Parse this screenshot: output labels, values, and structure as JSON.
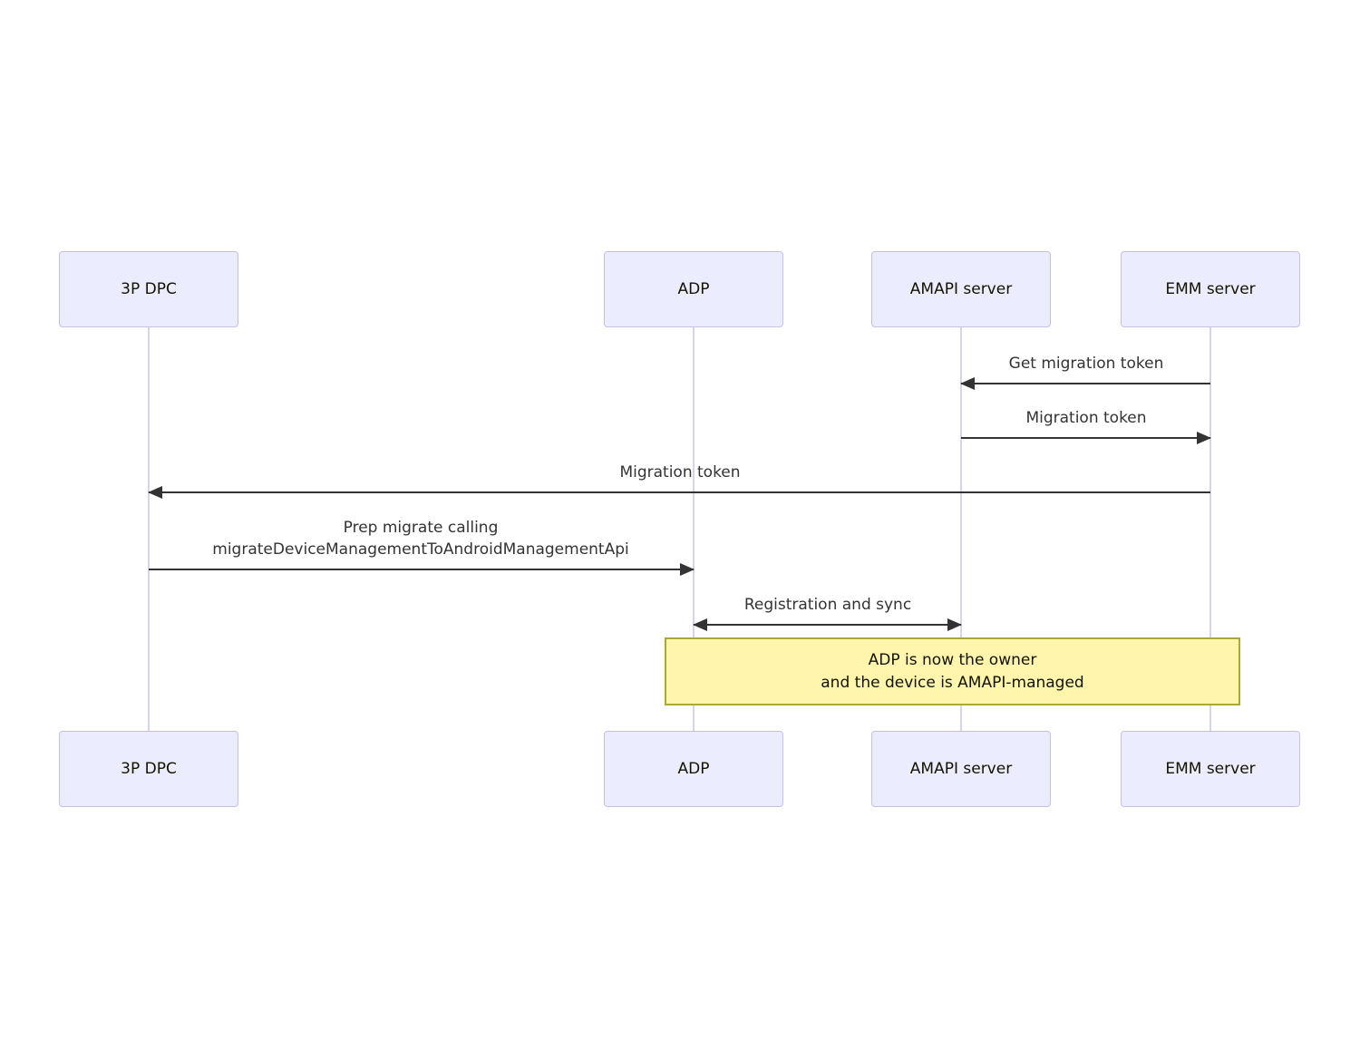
{
  "diagram": {
    "type": "sequence",
    "actors": [
      {
        "id": "3p-dpc",
        "label": "3P DPC"
      },
      {
        "id": "adp",
        "label": "ADP"
      },
      {
        "id": "amapi-server",
        "label": "AMAPI server"
      },
      {
        "id": "emm-server",
        "label": "EMM server"
      }
    ],
    "messages": [
      {
        "from": "EMM server",
        "to": "AMAPI server",
        "label": "Get migration token",
        "arrow": "left"
      },
      {
        "from": "AMAPI server",
        "to": "EMM server",
        "label": "Migration token",
        "arrow": "right"
      },
      {
        "from": "EMM server",
        "to": "3P DPC",
        "label": "Migration token",
        "arrow": "left"
      },
      {
        "from": "3P DPC",
        "to": "ADP",
        "label_line1": "Prep migrate calling",
        "label_line2": "migrateDeviceManagementToAndroidManagementApi",
        "arrow": "right"
      },
      {
        "from": "ADP",
        "to": "AMAPI server",
        "label": "Registration and sync",
        "arrow": "both"
      }
    ],
    "note": {
      "over": "ADP, EMM server",
      "line1": "ADP is now the owner",
      "line2": "and the device is AMAPI-managed"
    },
    "colors": {
      "actor_fill": "#ECECFF",
      "actor_border": "#C5C0EA",
      "lifeline": "#D8D2EE",
      "arrow": "#333333",
      "message_text": "#333333",
      "note_fill": "#FFF5AD",
      "note_border": "#AAAA33"
    }
  }
}
